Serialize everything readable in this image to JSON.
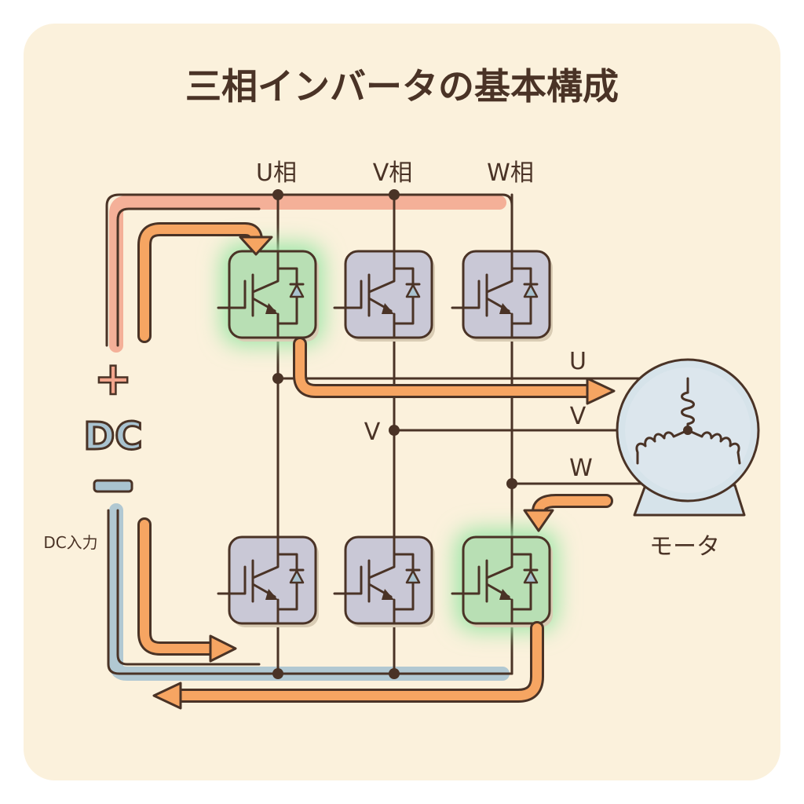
{
  "title": "三相インバータの基本構成",
  "phases": [
    {
      "id": "u",
      "label": "U相",
      "output_label": "U",
      "upper_active": true,
      "lower_active": false
    },
    {
      "id": "v",
      "label": "V相",
      "output_label": "V",
      "upper_active": false,
      "lower_active": false
    },
    {
      "id": "w",
      "label": "W相",
      "output_label": "W",
      "upper_active": false,
      "lower_active": true
    }
  ],
  "v_node_label": "V",
  "dc": {
    "plus_symbol": "+",
    "label": "DC",
    "minus_symbol": "−",
    "input_label": "DC入力"
  },
  "motor": {
    "label": "モータ"
  },
  "colors": {
    "background": "#fbf1dc",
    "ink": "#4a3326",
    "positive_bus": "#f2a58c",
    "negative_bus": "#a9c3d0",
    "current_flow": "#f6a562",
    "active_module": "#b8dfb4",
    "active_glow": "#9ee6a8",
    "idle_module": "#c9c8d6",
    "motor_body": "#d6e3ea"
  },
  "icons": {
    "module": "igbt-with-freewheel-diode-icon",
    "motor": "three-phase-motor-icon",
    "arrow": "current-flow-arrow-icon"
  }
}
